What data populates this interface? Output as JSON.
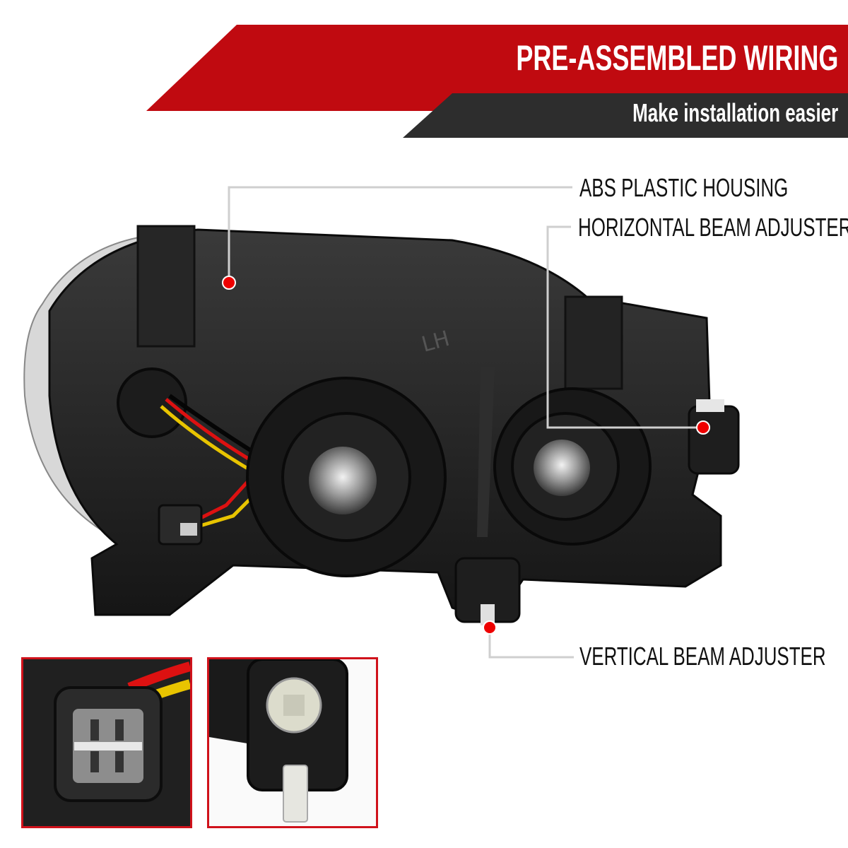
{
  "banner": {
    "title": "PRE-ASSEMBLED WIRING",
    "subtitle": "Make installation easier",
    "accent_color": "#c00a10",
    "subtitle_bg_color": "#2d2d2d"
  },
  "callouts": [
    {
      "label": "ABS PLASTIC HOUSING"
    },
    {
      "label": "HORIZONTAL BEAM ADJUSTER"
    },
    {
      "label": "VERTICAL BEAM ADJUSTER"
    }
  ],
  "product": {
    "housing_mark": "LH"
  },
  "insets": [
    {
      "subject": "wiring-connector"
    },
    {
      "subject": "beam-adjuster"
    }
  ]
}
